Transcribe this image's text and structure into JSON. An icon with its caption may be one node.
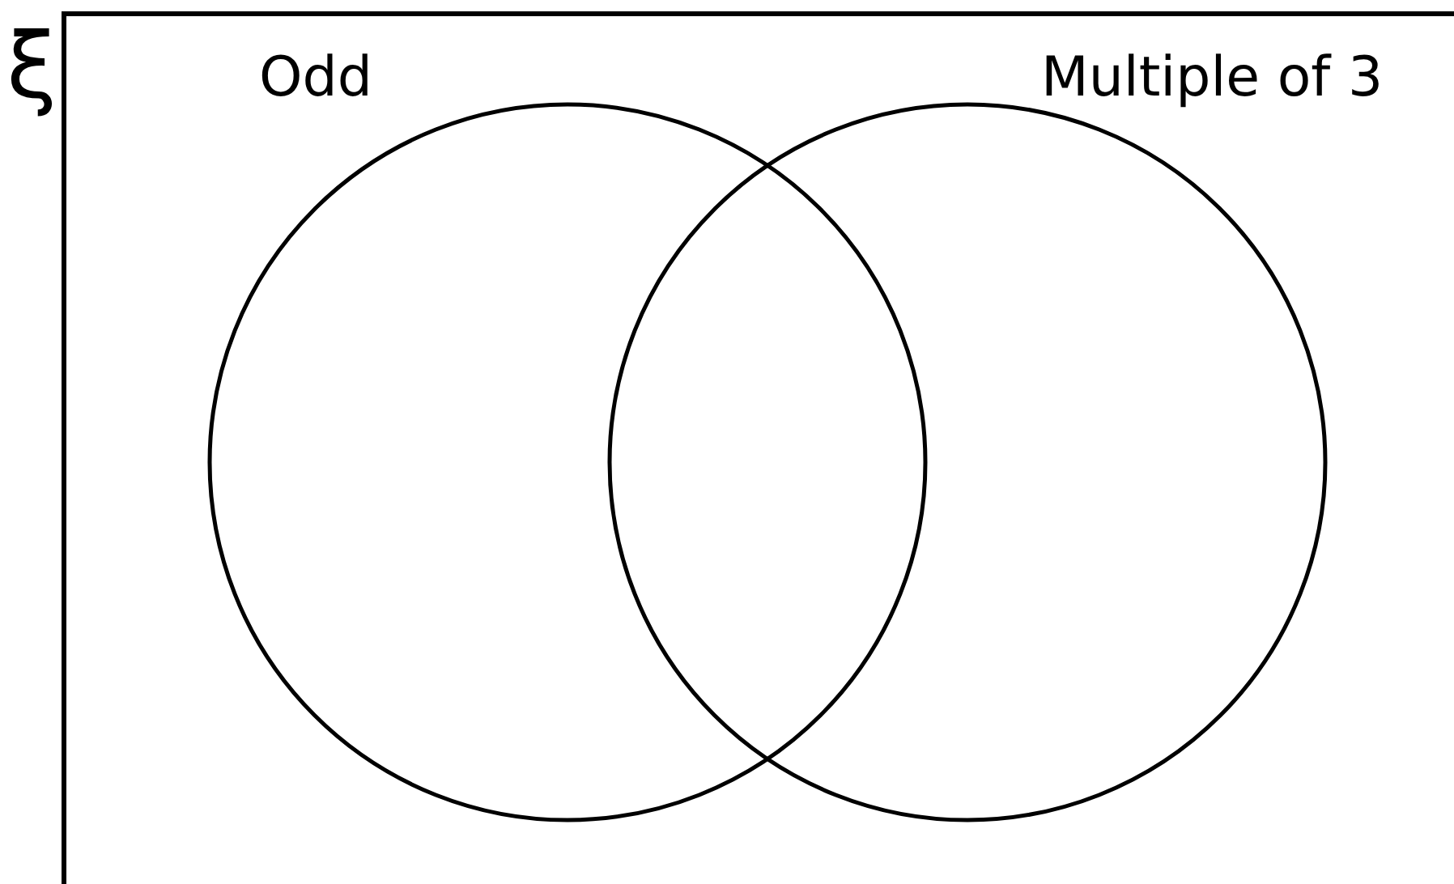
{
  "diagram": {
    "nodes": [
      {
        "text": [
          "ξ"
        ]
      },
      {
        "text": [
          "Odd"
        ],
        "in": 0
      },
      {
        "text": [
          "Multiple of 3"
        ],
        "in": 0
      }
    ],
    "edges": []
  }
}
